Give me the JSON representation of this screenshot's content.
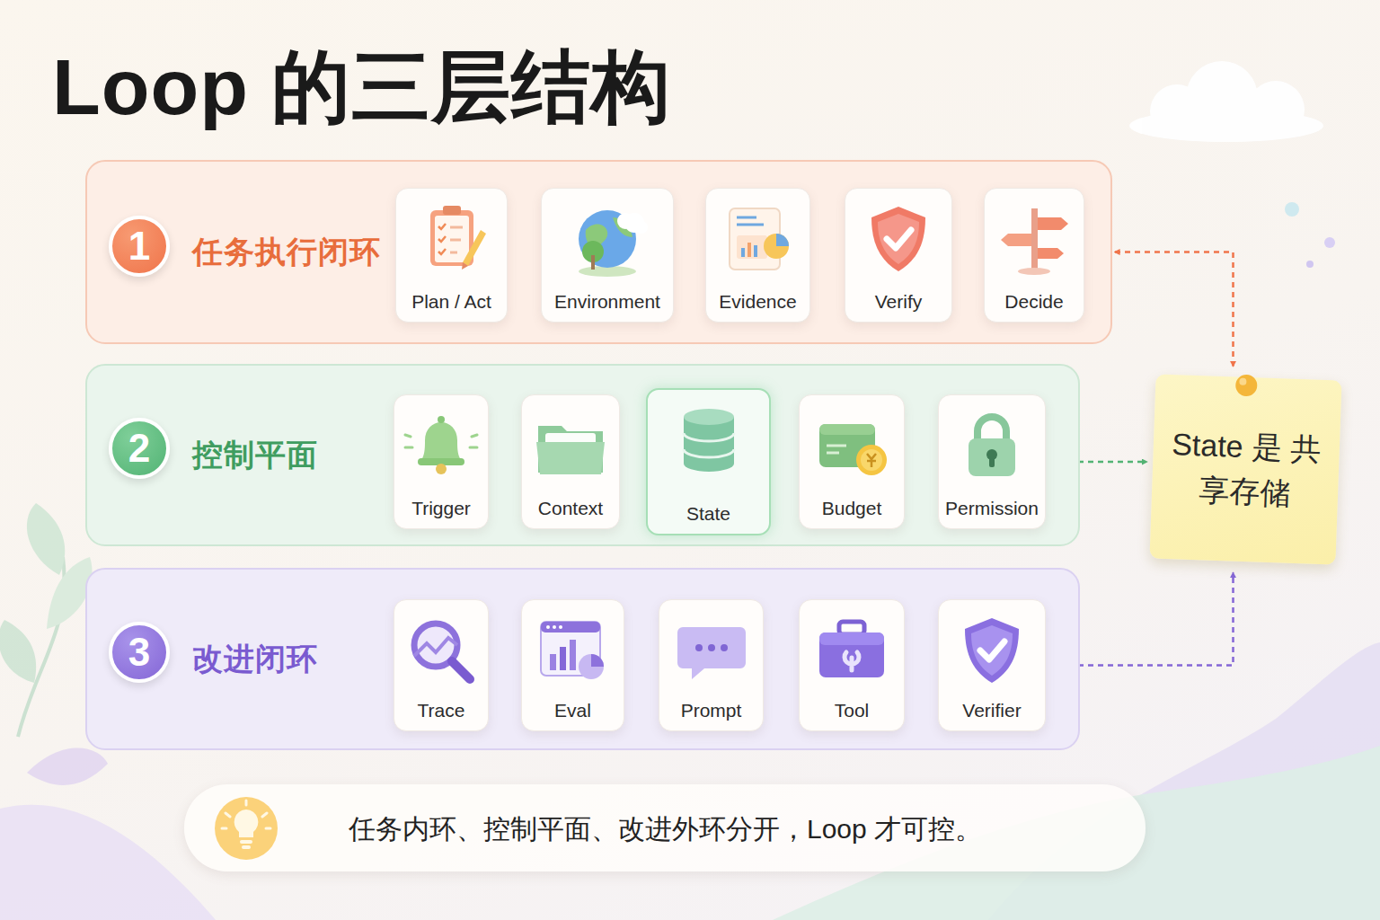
{
  "diagram": {
    "title": "Loop 的三层结构",
    "caption": "任务内环、控制平面、改进外环分开，Loop 才可控。",
    "nodes": [
      {
        "text": [
          "任务执行闭环"
        ]
      },
      {
        "text": [
          "1"
        ],
        "in": 0
      },
      {
        "text": [
          "Plan / Act"
        ],
        "in": 0
      },
      {
        "text": [
          "Environment"
        ],
        "in": 0
      },
      {
        "text": [
          "Evidence"
        ],
        "in": 0
      },
      {
        "text": [
          "Verify"
        ],
        "in": 0
      },
      {
        "text": [
          "Decide"
        ],
        "in": 0
      },
      {
        "text": [
          "控制平面"
        ]
      },
      {
        "text": [
          "2"
        ],
        "in": 7
      },
      {
        "text": [
          "Trigger"
        ],
        "in": 7
      },
      {
        "text": [
          "Context"
        ],
        "in": 7
      },
      {
        "text": [
          "State"
        ],
        "in": 7
      },
      {
        "text": [
          "Budget"
        ],
        "in": 7
      },
      {
        "text": [
          "Permission"
        ],
        "in": 7
      },
      {
        "text": [
          "改进闭环"
        ]
      },
      {
        "text": [
          "3"
        ],
        "in": 14
      },
      {
        "text": [
          "Trace"
        ],
        "in": 14
      },
      {
        "text": [
          "Eval"
        ],
        "in": 14
      },
      {
        "text": [
          "Prompt"
        ],
        "in": 14
      },
      {
        "text": [
          "Tool"
        ],
        "in": 14
      },
      {
        "text": [
          "Verifier"
        ],
        "in": 14
      },
      {
        "text": [
          "State 是 共享存储"
        ]
      }
    ],
    "edges": [
      {
        "from": 2,
        "to": 3,
        "arrow": "to"
      },
      {
        "from": 3,
        "to": 4,
        "arrow": "to"
      },
      {
        "from": 4,
        "to": 5,
        "arrow": "to"
      },
      {
        "from": 5,
        "to": 6,
        "arrow": "to"
      },
      {
        "from": 9,
        "to": 10,
        "arrow": "to"
      },
      {
        "from": 10,
        "to": 11,
        "arrow": "to"
      },
      {
        "from": 12,
        "to": 11,
        "arrow": "to"
      },
      {
        "from": 12,
        "to": 13,
        "arrow": "to"
      },
      {
        "from": 16,
        "to": 17,
        "arrow": "to"
      },
      {
        "from": 17,
        "to": 18,
        "arrow": "to"
      },
      {
        "from": 18,
        "to": 19,
        "arrow": "to"
      },
      {
        "from": 19,
        "to": 20,
        "arrow": "to"
      },
      {
        "from": 0,
        "to": 21,
        "arrow": "both"
      },
      {
        "from": 13,
        "to": 21,
        "arrow": "both"
      },
      {
        "from": 20,
        "to": 21,
        "arrow": "both"
      }
    ]
  }
}
